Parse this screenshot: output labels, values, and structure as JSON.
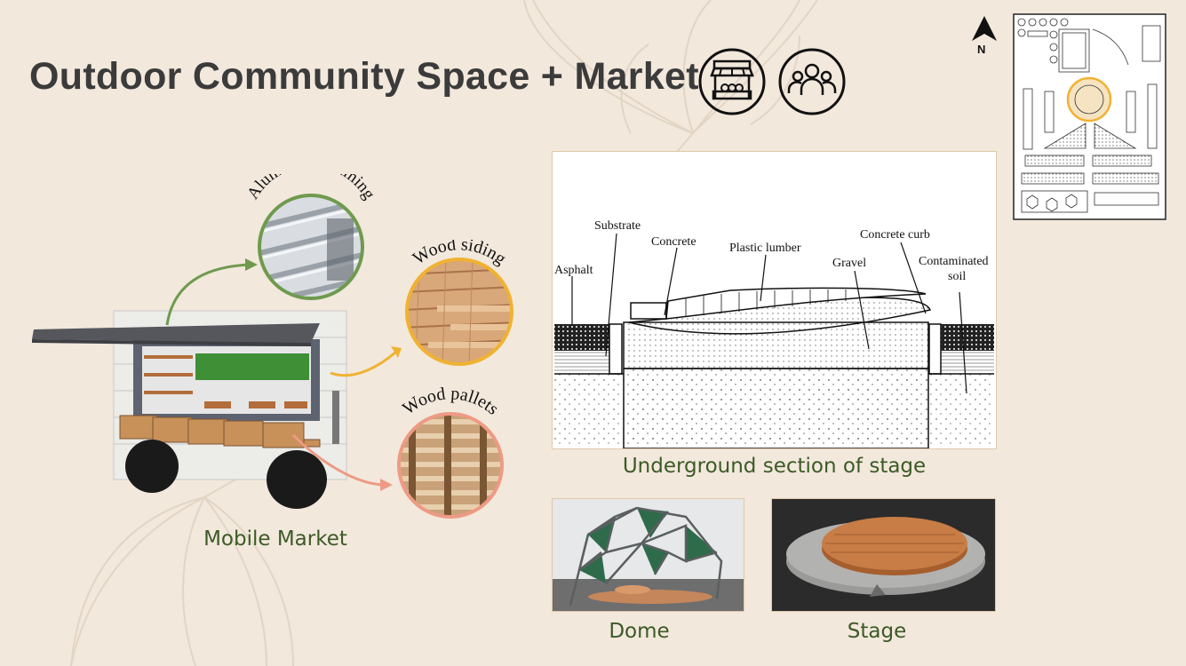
{
  "title": "Outdoor Community Space + Market",
  "icons": {
    "market": "market-stall-icon",
    "community": "people-group-icon",
    "north": "north-arrow-icon"
  },
  "north_label": "N",
  "materials": [
    {
      "label": "Aluminium framing",
      "ring_color": "#6f9a4e"
    },
    {
      "label": "Wood siding",
      "ring_color": "#f0b232"
    },
    {
      "label": "Wood pallets",
      "ring_color": "#ee9a84"
    }
  ],
  "captions": {
    "mobile_market": "Mobile Market",
    "section": "Underground section of stage",
    "dome": "Dome",
    "stage": "Stage"
  },
  "section_labels": {
    "substrate": "Substrate",
    "concrete": "Concrete",
    "plastic_lumber": "Plastic lumber",
    "concrete_curb": "Concrete curb",
    "asphalt": "Asphalt",
    "gravel": "Gravel",
    "contaminated": "Contaminated",
    "soil": "soil"
  },
  "colors": {
    "background": "#f2e8dc",
    "title": "#3b3b3b",
    "caption": "#3d5a26",
    "frame": "#e0c8a8",
    "highlight": "#f0b232"
  }
}
